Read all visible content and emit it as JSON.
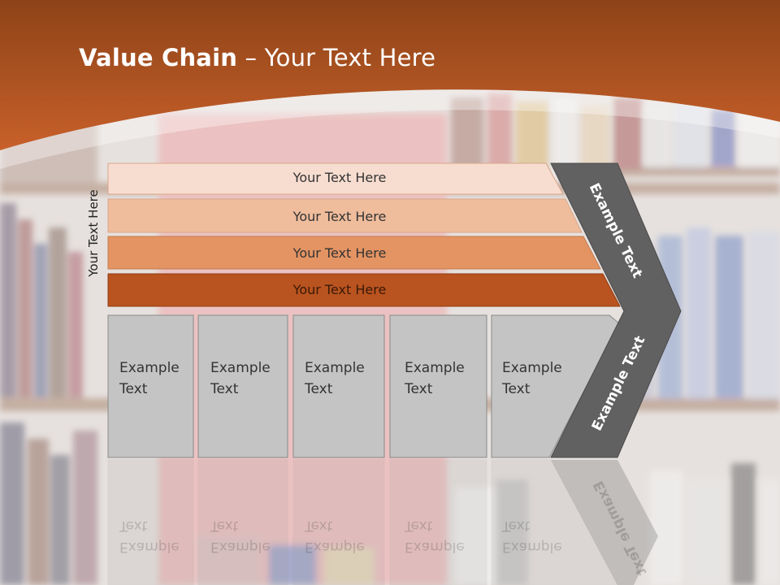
{
  "title": {
    "bold": "Value Chain",
    "rest": " – Your Text Here"
  },
  "side_label": "Your Text Here",
  "rows": [
    {
      "label": "Your Text Here"
    },
    {
      "label": "Your Text Here"
    },
    {
      "label": "Your Text Here"
    },
    {
      "label": "Your Text Here"
    }
  ],
  "boxes": [
    {
      "line1": "Example",
      "line2": "Text"
    },
    {
      "line1": "Example",
      "line2": "Text"
    },
    {
      "line1": "Example",
      "line2": "Text"
    },
    {
      "line1": "Example",
      "line2": "Text"
    },
    {
      "line1": "Example",
      "line2": "Text"
    }
  ],
  "chevron_top": "Example Text",
  "chevron_bottom": "Example Text",
  "colors": {
    "header": "#c25a22",
    "row1": "#f7ddd0",
    "row2": "#efbc9c",
    "row3": "#e49463",
    "row4": "#b9531f",
    "box": "#c4c4c4",
    "chevron": "#616161"
  }
}
